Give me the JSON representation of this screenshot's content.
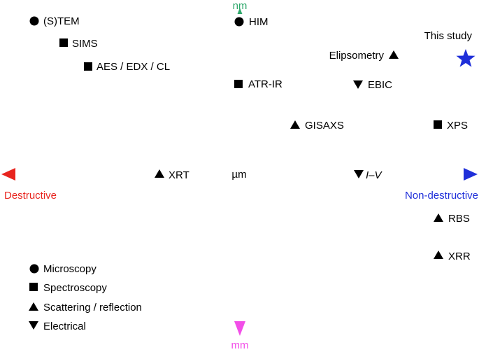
{
  "axes": {
    "top": "nm",
    "bottom": "mm",
    "center": "µm",
    "left": "Destructive",
    "right": "Non-destructive",
    "colors": {
      "destructive": "#e8241e",
      "non_destructive": "#1f2fd9",
      "nm": "#2ea86b",
      "mm": "#f24ee8",
      "star": "#1f2fd9"
    }
  },
  "techniques": [
    {
      "id": "stem",
      "label": "(S)TEM",
      "marker": "circle"
    },
    {
      "id": "sims",
      "label": "SIMS",
      "marker": "square"
    },
    {
      "id": "aes",
      "label": "AES / EDX / CL",
      "marker": "square"
    },
    {
      "id": "him",
      "label": "HIM",
      "marker": "circle"
    },
    {
      "id": "atrir",
      "label": "ATR-IR",
      "marker": "square"
    },
    {
      "id": "ellipsometry",
      "label": "Elipsometry",
      "marker": "triangle-up"
    },
    {
      "id": "ebic",
      "label": "EBIC",
      "marker": "triangle-down"
    },
    {
      "id": "gisaxs",
      "label": "GISAXS",
      "marker": "triangle-up"
    },
    {
      "id": "xps",
      "label": "XPS",
      "marker": "square"
    },
    {
      "id": "xrt",
      "label": "XRT",
      "marker": "triangle-up"
    },
    {
      "id": "iv",
      "label": "I–V",
      "marker": "triangle-down"
    },
    {
      "id": "rbs",
      "label": "RBS",
      "marker": "triangle-up"
    },
    {
      "id": "xrr",
      "label": "XRR",
      "marker": "triangle-up"
    },
    {
      "id": "this_study",
      "label": "This study",
      "marker": "star"
    }
  ],
  "legend": [
    {
      "label": "Microscopy",
      "marker": "circle"
    },
    {
      "label": "Spectroscopy",
      "marker": "square"
    },
    {
      "label": "Scattering / reflection",
      "marker": "triangle-up"
    },
    {
      "label": "Electrical",
      "marker": "triangle-down"
    }
  ]
}
